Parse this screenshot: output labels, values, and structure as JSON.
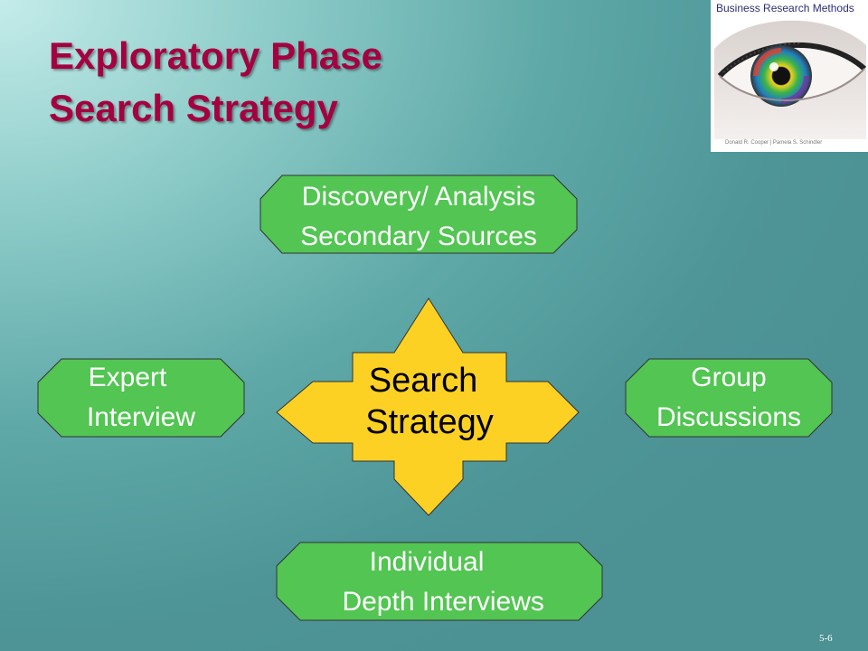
{
  "slide": {
    "title_line1": "Exploratory Phase",
    "title_line2": "Search Strategy",
    "page_number": "5-6"
  },
  "book": {
    "title": "Business Research Methods",
    "authors": "Donald R. Cooper  |  Pamela S. Schindler"
  },
  "diagram": {
    "center": {
      "line1": "Search",
      "line2": "Strategy"
    },
    "top": {
      "line1": "Discovery/ Analysis",
      "line2": "Secondary Sources"
    },
    "left": {
      "line1": "Expert",
      "line2": "Interview"
    },
    "right": {
      "line1": "Group",
      "line2": "Discussions"
    },
    "bottom": {
      "line1": "Individual",
      "line2": " Depth Interviews"
    }
  },
  "colors": {
    "title": "#a5003f",
    "node_fill": "#52c552",
    "arrow_fill": "#fcd123"
  }
}
